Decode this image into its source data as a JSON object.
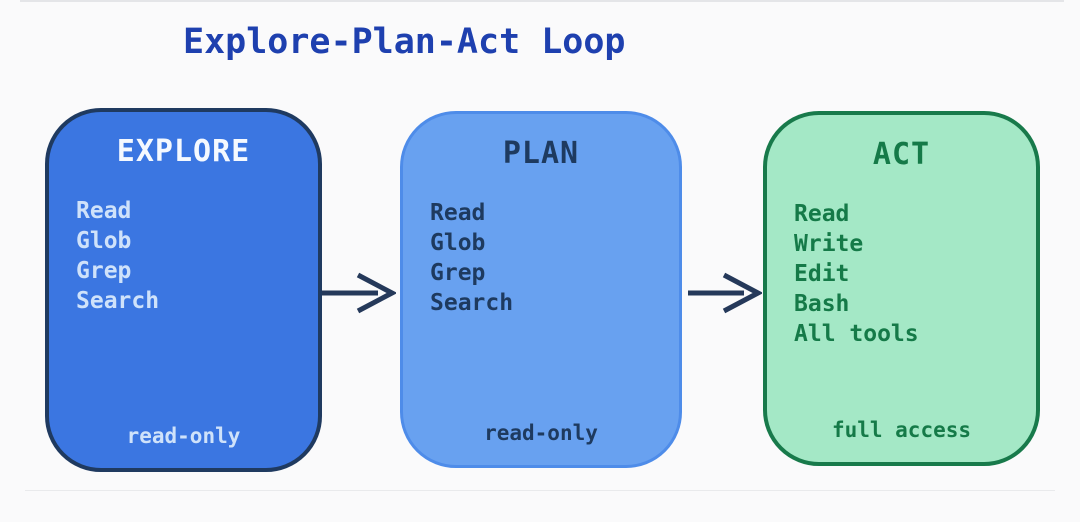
{
  "title": "Explore-Plan-Act Loop",
  "colors": {
    "background": "#fafafb",
    "title_text": "#1e40af",
    "arrow": "#25395a",
    "top_edge": "#e4e5e8",
    "divider": "#e9eaec"
  },
  "boxes": [
    {
      "id": "explore",
      "name": "EXPLORE",
      "tools": [
        "Read",
        "Glob",
        "Grep",
        "Search"
      ],
      "access": "read-only",
      "fill": "#3b76e1",
      "border": "#1f3a60",
      "title_color": "#f5f9ff",
      "text_color": "#cfe2fa"
    },
    {
      "id": "plan",
      "name": "PLAN",
      "tools": [
        "Read",
        "Glob",
        "Grep",
        "Search"
      ],
      "access": "read-only",
      "fill": "#68a1f0",
      "border": "#4e8ce9",
      "title_color": "#1e3a5f",
      "text_color": "#1e3a5f"
    },
    {
      "id": "act",
      "name": "ACT",
      "tools": [
        "Read",
        "Write",
        "Edit",
        "Bash",
        "All tools"
      ],
      "access": "full access",
      "fill": "#a4e8c6",
      "border": "#187a4b",
      "title_color": "#157a48",
      "text_color": "#157a48"
    }
  ]
}
